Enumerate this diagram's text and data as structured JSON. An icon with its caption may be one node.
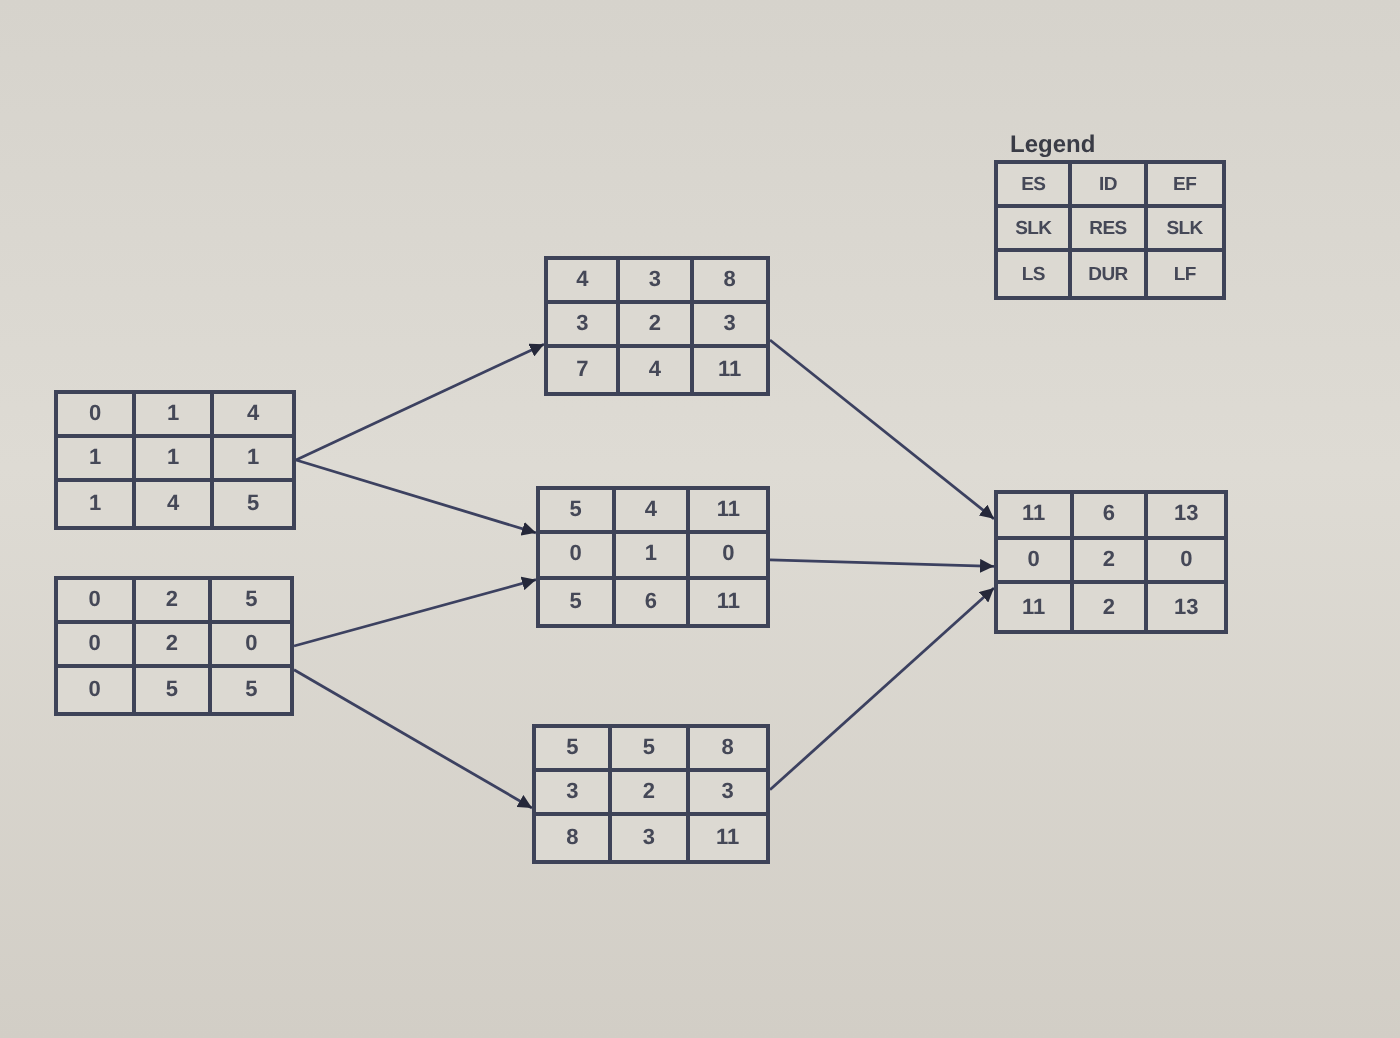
{
  "diagram": {
    "nodes": [
      {
        "text": [
          "Legend",
          "ES",
          "ID",
          "EF",
          "SLK",
          "RES",
          "SLK",
          "LS",
          "DUR",
          "LF"
        ]
      },
      {
        "text": [
          "0",
          "1",
          "4",
          "1",
          "1",
          "1",
          "1",
          "4",
          "5"
        ]
      },
      {
        "text": [
          "0",
          "2",
          "5",
          "0",
          "2",
          "0",
          "0",
          "5",
          "5"
        ]
      },
      {
        "text": [
          "4",
          "3",
          "8",
          "3",
          "2",
          "3",
          "7",
          "4",
          "11"
        ]
      },
      {
        "text": [
          "5",
          "4",
          "11",
          "0",
          "1",
          "0",
          "5",
          "6",
          "11"
        ]
      },
      {
        "text": [
          "5",
          "5",
          "8",
          "3",
          "2",
          "3",
          "8",
          "3",
          "11"
        ]
      },
      {
        "text": [
          "11",
          "6",
          "13",
          "0",
          "2",
          "0",
          "11",
          "2",
          "13"
        ]
      }
    ],
    "edges": [
      {
        "from": 1,
        "to": 3,
        "arrow": "to"
      },
      {
        "from": 1,
        "to": 4,
        "arrow": "to"
      },
      {
        "from": 2,
        "to": 4,
        "arrow": "to"
      },
      {
        "from": 2,
        "to": 5,
        "arrow": "to"
      },
      {
        "from": 3,
        "to": 6,
        "arrow": "to"
      },
      {
        "from": 4,
        "to": 6,
        "arrow": "to"
      },
      {
        "from": 5,
        "to": 6,
        "arrow": "to"
      }
    ]
  }
}
